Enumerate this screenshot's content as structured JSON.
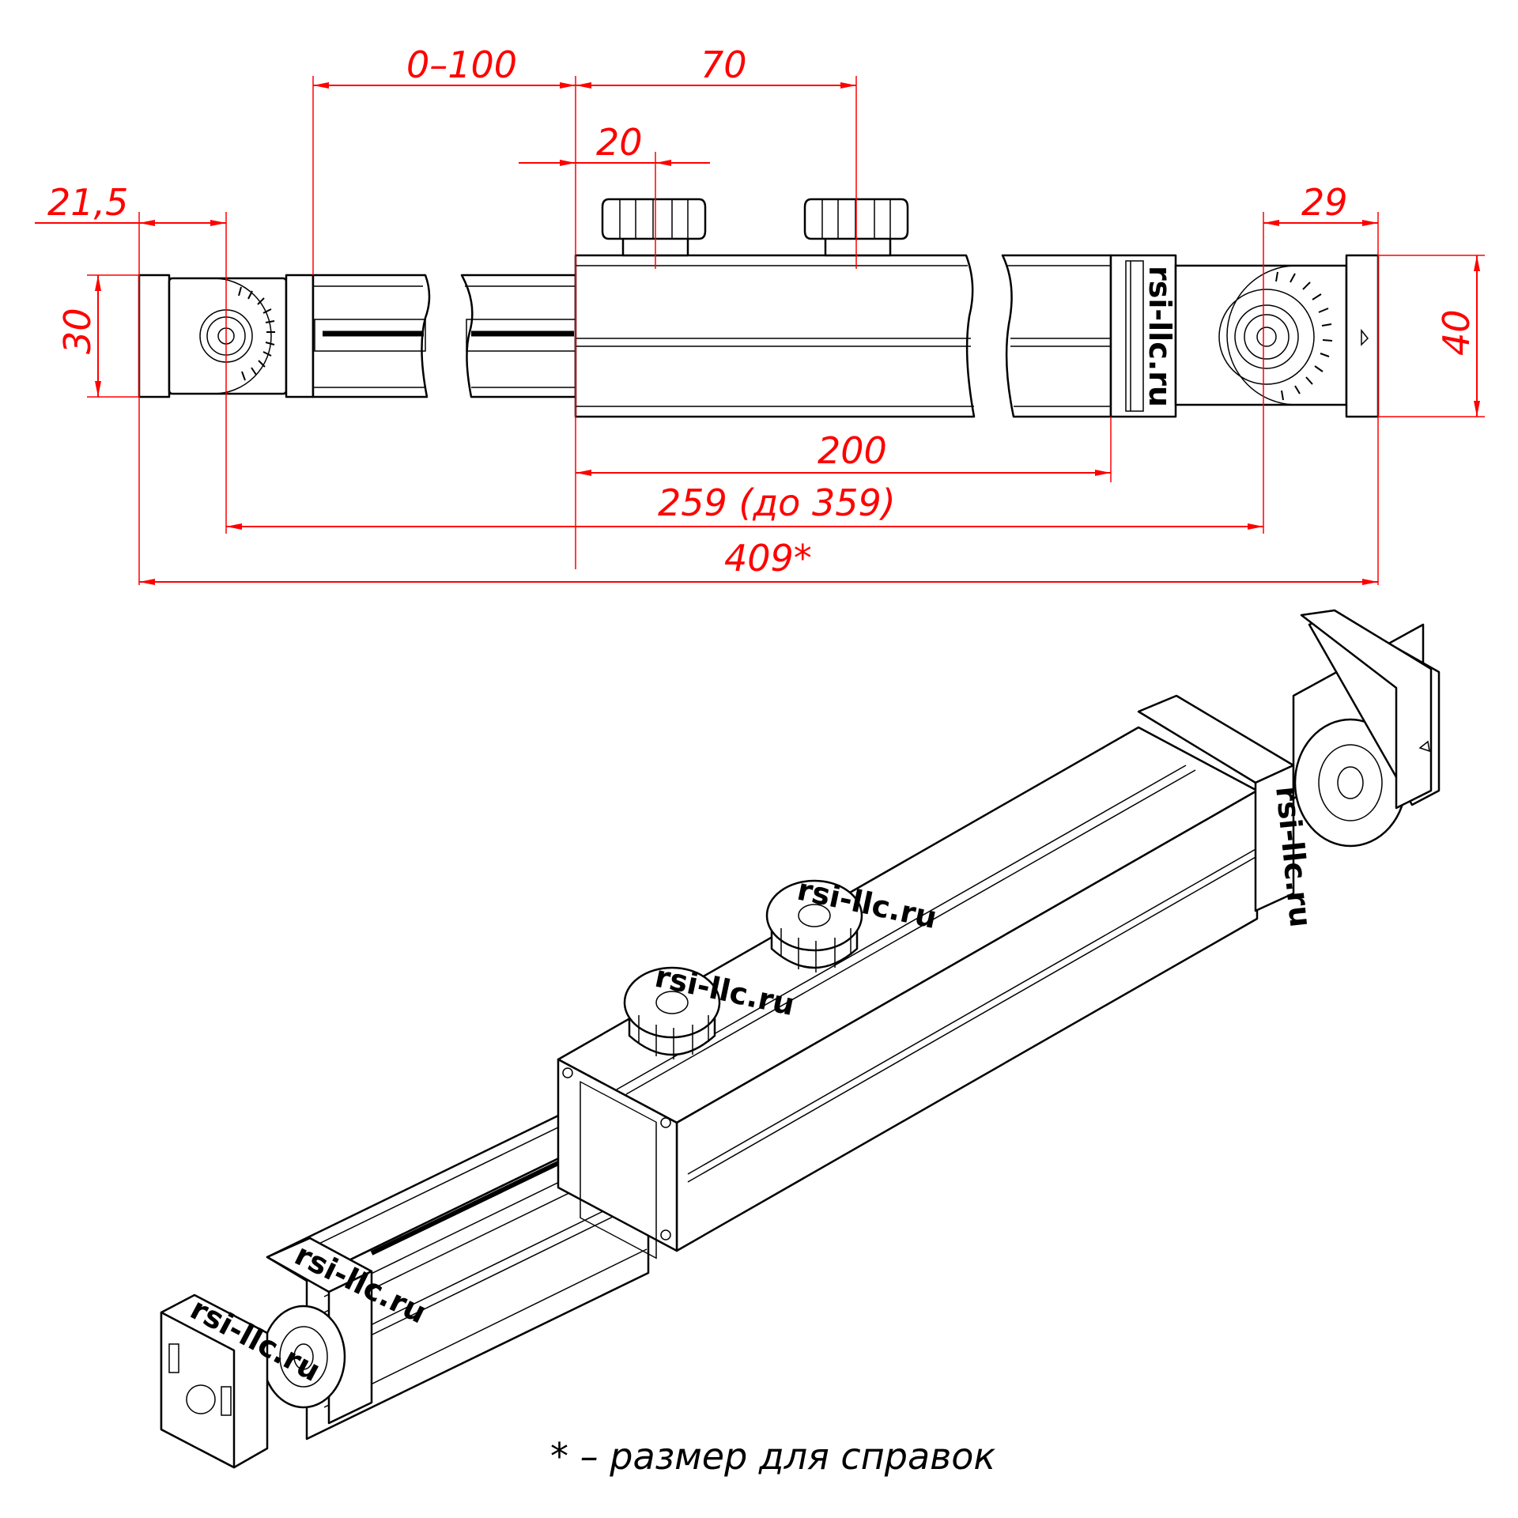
{
  "dimensions": {
    "stroke_0_100": "0–100",
    "pitch_70": "70",
    "offset_20": "20",
    "end_21_5": "21,5",
    "end_29": "29",
    "height_30": "30",
    "height_40": "40",
    "body_200": "200",
    "axis_259": "259 (до 359)",
    "overall_409": "409*"
  },
  "brand": {
    "top_view_logo": "rsi-llc.ru",
    "iso_view_logo": "rsi-llc.ru"
  },
  "footnote": "* – размер для справок",
  "colors": {
    "dimension": "#ff0000",
    "outline": "#000000",
    "background": "#ffffff"
  }
}
